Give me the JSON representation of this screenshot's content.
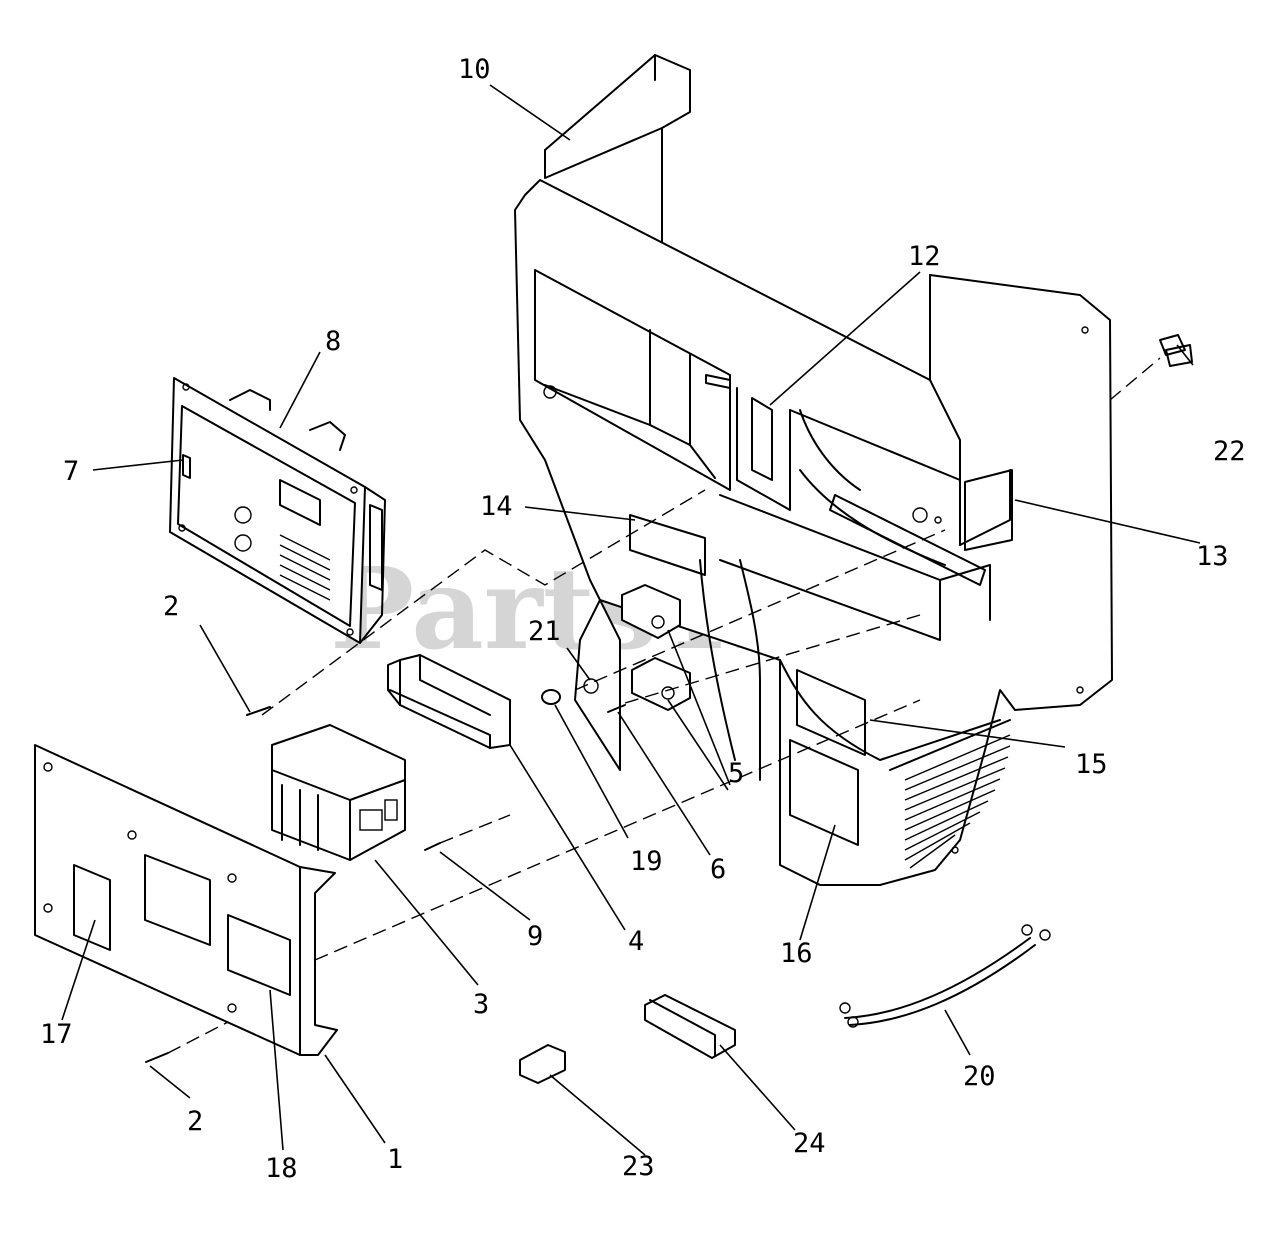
{
  "watermark": {
    "text": "PartsTree",
    "trademark": "™"
  },
  "callouts": [
    {
      "id": "1",
      "label": "1"
    },
    {
      "id": "2a",
      "label": "2"
    },
    {
      "id": "2b",
      "label": "2"
    },
    {
      "id": "3",
      "label": "3"
    },
    {
      "id": "4",
      "label": "4"
    },
    {
      "id": "5",
      "label": "5"
    },
    {
      "id": "6",
      "label": "6"
    },
    {
      "id": "7",
      "label": "7"
    },
    {
      "id": "8",
      "label": "8"
    },
    {
      "id": "9",
      "label": "9"
    },
    {
      "id": "10",
      "label": "10"
    },
    {
      "id": "12",
      "label": "12"
    },
    {
      "id": "13",
      "label": "13"
    },
    {
      "id": "14",
      "label": "14"
    },
    {
      "id": "15",
      "label": "15"
    },
    {
      "id": "16",
      "label": "16"
    },
    {
      "id": "17",
      "label": "17"
    },
    {
      "id": "18",
      "label": "18"
    },
    {
      "id": "19",
      "label": "19"
    },
    {
      "id": "20",
      "label": "20"
    },
    {
      "id": "21",
      "label": "21"
    },
    {
      "id": "22",
      "label": "22"
    },
    {
      "id": "23",
      "label": "23"
    },
    {
      "id": "24",
      "label": "24"
    }
  ]
}
